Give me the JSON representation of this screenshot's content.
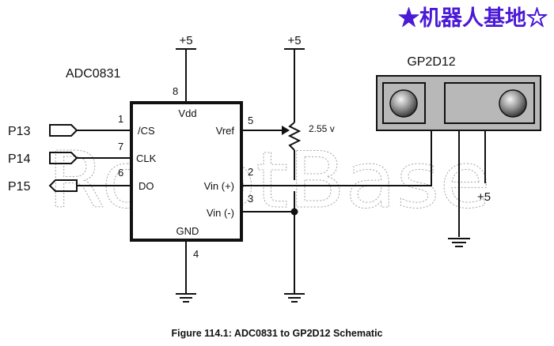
{
  "banner": "★机器人基地☆",
  "watermark": "RobotBase",
  "chip": {
    "name": "ADC0831",
    "pins": {
      "vdd": {
        "num": "8",
        "label": "Vdd"
      },
      "cs": {
        "num": "1",
        "label": "/CS"
      },
      "clk": {
        "num": "7",
        "label": "CLK"
      },
      "do": {
        "num": "6",
        "label": "DO"
      },
      "vref": {
        "num": "5",
        "label": "Vref"
      },
      "vinp": {
        "num": "2",
        "label": "Vin (+)"
      },
      "vinm": {
        "num": "3",
        "label": "Vin (-)"
      },
      "gnd": {
        "num": "4",
        "label": "GND"
      }
    }
  },
  "ports": [
    "P13",
    "P14",
    "P15"
  ],
  "supply_label": "+5",
  "pot_voltage": "2.55 v",
  "sensor": {
    "name": "GP2D12",
    "supply": "+5"
  },
  "caption": "Figure 114.1: ADC0831 to GP2D12 Schematic",
  "colors": {
    "banner": "#4a1ad6",
    "sensor_body": "#b8b8b8"
  }
}
